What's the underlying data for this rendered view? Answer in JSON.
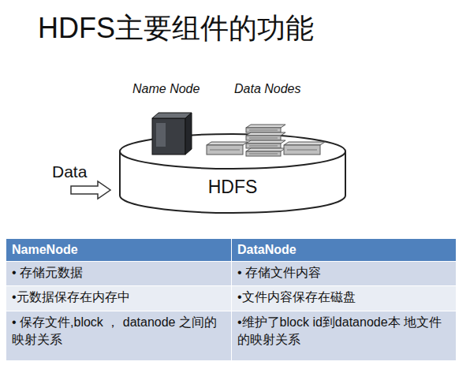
{
  "diagram": {
    "title": "HDFS主要组件的功能",
    "nodes": [
      {
        "text": [
          "HDFS"
        ]
      }
    ],
    "labels": [
      "Name Node",
      "Data Nodes",
      "Data",
      "NameNode",
      "DataNode",
      "• 存储元数据",
      "• 存储文件内容",
      "•元数据保存在内存中",
      "•文件内容保存在磁盘",
      "• 保存文件,block ， datanode 之间的映射关系",
      "•维护了block id到datanode本 地文件的映射关系"
    ]
  }
}
